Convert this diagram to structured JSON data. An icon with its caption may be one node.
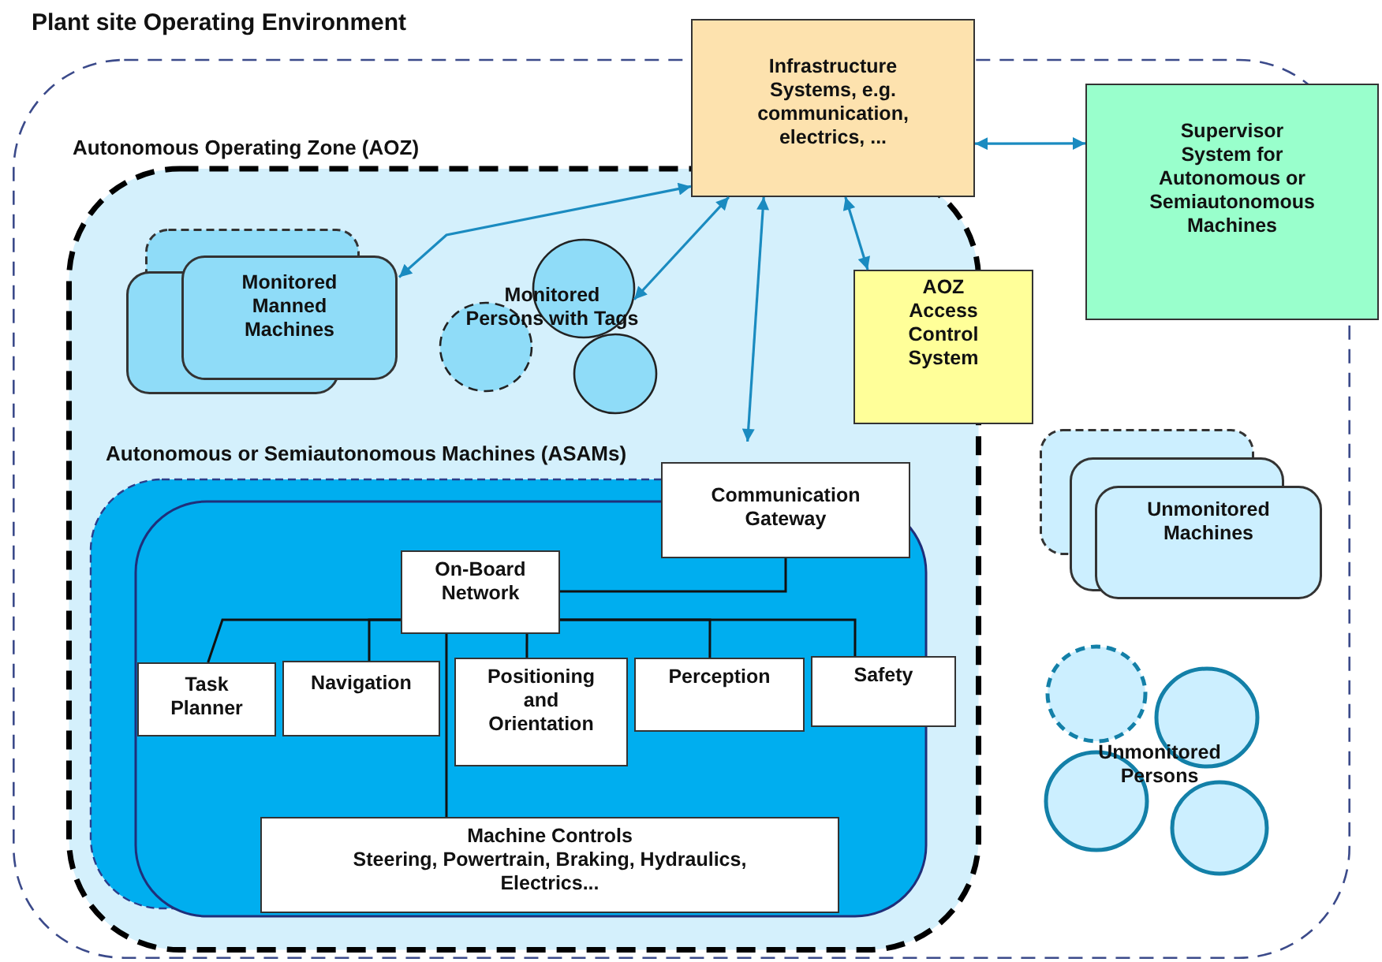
{
  "diagram": {
    "nodes": [
      {
        "text": [
          "Plant site Operating Environment"
        ]
      },
      {
        "text": [
          "Autonomous Operating Zone (AOZ)"
        ],
        "in": 0
      },
      {
        "text": [
          "Infrastructure Systems, e.g. communication, electrics, ..."
        ]
      },
      {
        "text": [
          "Supervisor System for Autonomous or Semiautonomous Machines"
        ]
      },
      {
        "text": [
          "AOZ Access Control System"
        ],
        "in": 0
      },
      {
        "text": [
          "Monitored Manned Machines"
        ],
        "in": 1
      },
      {
        "text": [
          "Monitored Persons with Tags"
        ],
        "in": 1
      },
      {
        "text": [
          "Autonomous or Semiautonomous Machines (ASAMs)"
        ],
        "in": 1
      },
      {
        "text": [
          "Communication Gateway"
        ],
        "in": 1
      },
      {
        "text": [
          "On-Board Network"
        ],
        "in": 7
      },
      {
        "text": [
          "Task Planner"
        ],
        "in": 7
      },
      {
        "text": [
          "Navigation"
        ],
        "in": 7
      },
      {
        "text": [
          "Positioning and Orientation"
        ],
        "in": 7
      },
      {
        "text": [
          "Perception"
        ],
        "in": 7
      },
      {
        "text": [
          "Safety"
        ],
        "in": 1
      },
      {
        "text": [
          "Machine Controls",
          "Steering, Powertrain, Braking, Hydraulics, Electrics..."
        ],
        "in": 7
      },
      {
        "text": [
          "Unmonitored Machines"
        ],
        "in": 0
      },
      {
        "text": [
          "Unmonitored Persons"
        ],
        "in": 0
      }
    ],
    "edges": [
      {
        "from": 2,
        "to": 3,
        "arrow": "both",
        "color": "#1a8bc0"
      },
      {
        "from": 2,
        "to": 5,
        "arrow": "both",
        "color": "#1a8bc0"
      },
      {
        "from": 2,
        "to": 6,
        "arrow": "both",
        "color": "#1a8bc0"
      },
      {
        "from": 2,
        "to": 7,
        "arrow": "both",
        "color": "#1a8bc0"
      },
      {
        "from": 2,
        "to": 4,
        "arrow": "both",
        "color": "#1a8bc0"
      },
      {
        "from": 8,
        "to": 9,
        "arrow": "none"
      },
      {
        "from": 9,
        "to": 10,
        "arrow": "none"
      },
      {
        "from": 9,
        "to": 11,
        "arrow": "none"
      },
      {
        "from": 9,
        "to": 12,
        "arrow": "none"
      },
      {
        "from": 9,
        "to": 13,
        "arrow": "none"
      },
      {
        "from": 9,
        "to": 14,
        "arrow": "none"
      },
      {
        "from": 9,
        "to": 15,
        "arrow": "none"
      }
    ]
  }
}
